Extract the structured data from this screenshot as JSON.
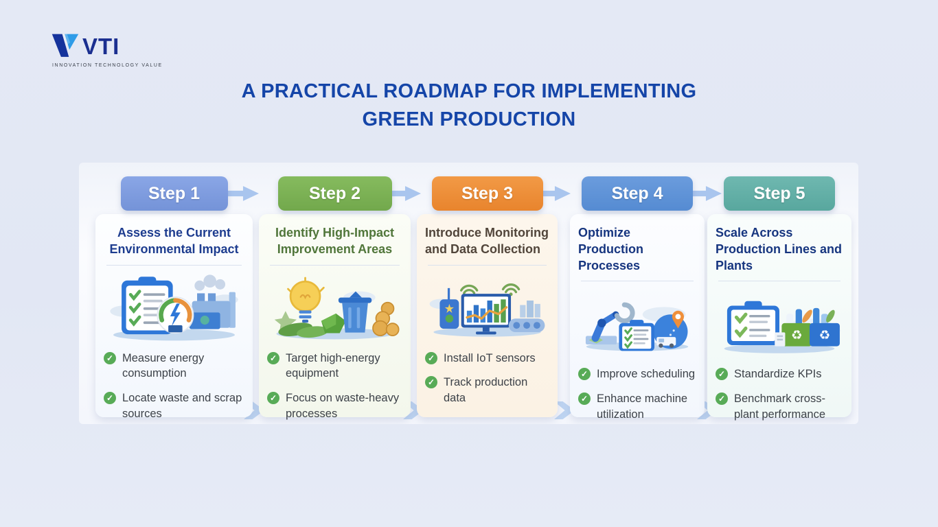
{
  "logo": {
    "brand": "VTI",
    "tagline": "INNOVATION TECHNOLOGY VALUE"
  },
  "title": {
    "line1": "A PRACTICAL ROADMAP FOR IMPLEMENTING",
    "line2": "GREEN PRODUCTION"
  },
  "colors": {
    "title_text": "#1545a8",
    "page_background": "#e3e8f4",
    "flow_arrow": "#a9c5ee",
    "check_icon": "#58ab57",
    "step1_accent": "#7f9de2",
    "step2_accent": "#7cb258",
    "step3_accent": "#f0913c",
    "step4_accent": "#5f94d9",
    "step5_accent": "#63b2aa"
  },
  "steps": [
    {
      "label": "Step 1",
      "heading": "Assess the Current Environmental Impact",
      "illustration": "clipboard-checklist-energy-gauge-factory",
      "bullets": [
        "Measure energy consumption",
        "Locate waste and scrap sources"
      ]
    },
    {
      "label": "Step 2",
      "heading": "Identify High-Impact Improvement Areas",
      "illustration": "lightbulb-leaves-recycle-bin-coins",
      "bullets": [
        "Target high-energy equipment",
        "Focus on waste-heavy processes"
      ]
    },
    {
      "label": "Step 3",
      "heading": "Introduce Monitoring and Data Collection",
      "illustration": "iot-sensor-monitor-chart-conveyor-wifi",
      "bullets": [
        "Install IoT sensors",
        "Track production data"
      ]
    },
    {
      "label": "Step 4",
      "heading": "Optimize Production Processes",
      "illustration": "robot-arm-wrench-checklist-logistics-pin",
      "bullets": [
        "Improve scheduling",
        "Enhance machine utilization"
      ]
    },
    {
      "label": "Step 5",
      "heading": "Scale Across Production Lines and Plants",
      "illustration": "clipboard-checklist-recycling-bins-bottles",
      "bullets": [
        "Standardize KPIs",
        "Benchmark cross-plant performance"
      ]
    }
  ]
}
